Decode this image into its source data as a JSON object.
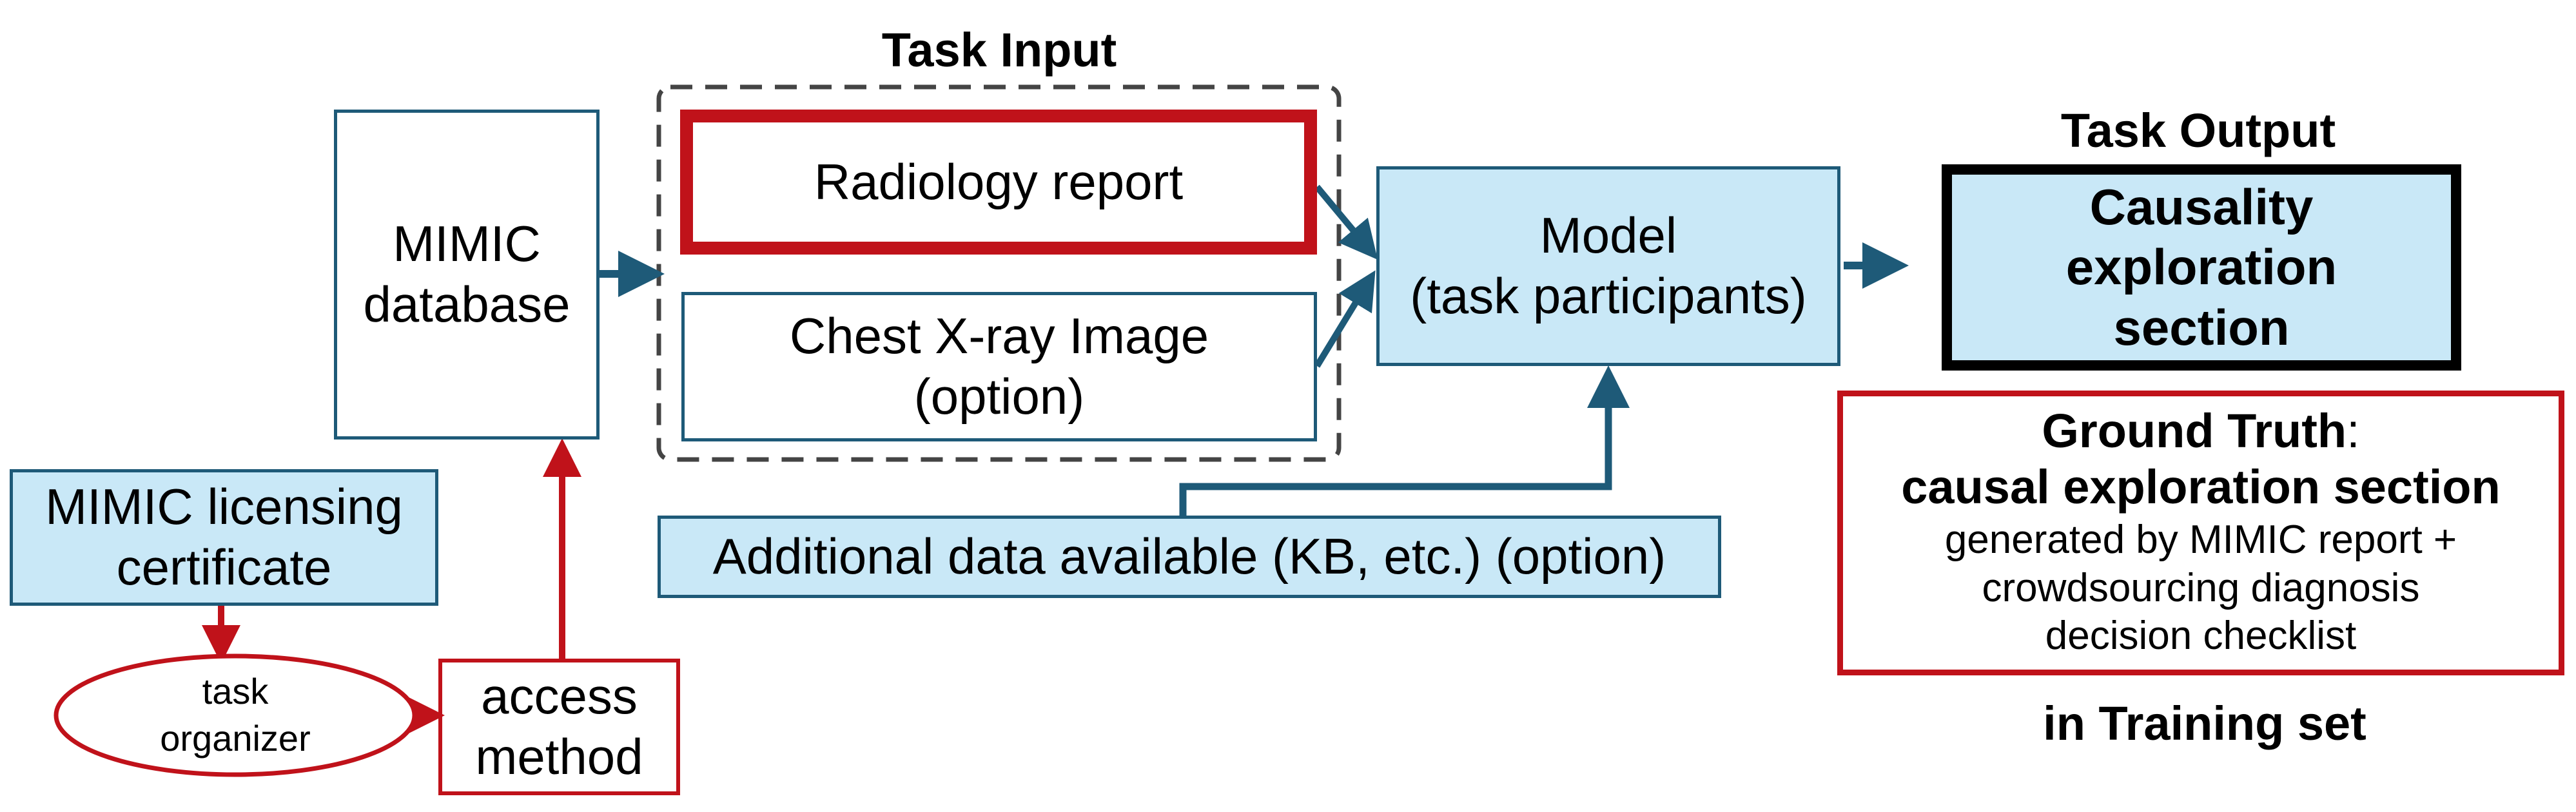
{
  "task_input": {
    "title": "Task Input"
  },
  "mimic_database": {
    "line1": "MIMIC",
    "line2": "database"
  },
  "radiology_report": {
    "label": "Radiology report"
  },
  "chest_xray": {
    "line1": "Chest X-ray Image",
    "line2": "(option)"
  },
  "model": {
    "line1": "Model",
    "line2": "(task participants)"
  },
  "task_output": {
    "title": "Task Output",
    "line1": "Causality",
    "line2": "exploration",
    "line3": "section"
  },
  "ground_truth": {
    "heading": "Ground Truth",
    "colon": ":",
    "subheading": "causal exploration section",
    "line1": "generated by MIMIC report +",
    "line2": "crowdsourcing diagnosis",
    "line3": "decision checklist"
  },
  "training_note": "in Training set",
  "additional_data": {
    "label": "Additional data available (KB, etc.) (option)"
  },
  "licensing": {
    "line1": "MIMIC licensing",
    "line2": "certificate"
  },
  "task_organizer": {
    "line1": "task",
    "line2": "organizer"
  },
  "access_method": {
    "line1": "access",
    "line2": "method"
  },
  "colors": {
    "blue": "#1e5a78",
    "light_blue": "#c9e8f7",
    "red": "#c0121a",
    "black": "#000000",
    "dash": "#444444"
  }
}
